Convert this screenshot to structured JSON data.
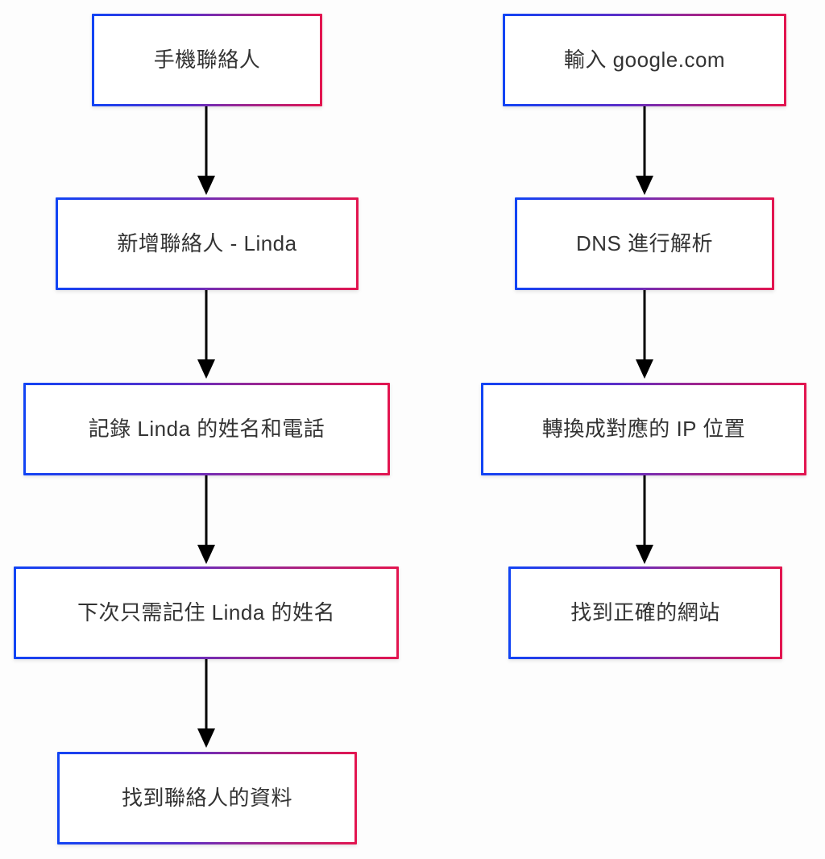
{
  "diagram": {
    "type": "flowchart",
    "orientation": "top-to-bottom",
    "background_color": "#fdfdfd",
    "node_border_gradient": {
      "start_color": "#1144f5",
      "end_color": "#e3154f",
      "direction": "left-to-right"
    },
    "connector_color": "#000000",
    "text_color": "#333333",
    "columns": [
      {
        "id": "contacts-analogy",
        "nodes": [
          {
            "id": "n1",
            "label": "手機聯絡人"
          },
          {
            "id": "n2",
            "label": "新增聯絡人 - Linda"
          },
          {
            "id": "n3",
            "label": "記錄 Linda 的姓名和電話"
          },
          {
            "id": "n4",
            "label": "下次只需記住 Linda 的姓名"
          },
          {
            "id": "n5",
            "label": "找到聯絡人的資料"
          }
        ]
      },
      {
        "id": "dns-process",
        "nodes": [
          {
            "id": "m1",
            "label": "輸入 google.com"
          },
          {
            "id": "m2",
            "label": "DNS 進行解析"
          },
          {
            "id": "m3",
            "label": "轉換成對應的 IP 位置"
          },
          {
            "id": "m4",
            "label": "找到正確的網站"
          }
        ]
      }
    ],
    "edges": [
      {
        "from": "n1",
        "to": "n2",
        "arrow": "down-arrow"
      },
      {
        "from": "n2",
        "to": "n3",
        "arrow": "down-arrow"
      },
      {
        "from": "n3",
        "to": "n4",
        "arrow": "down-arrow"
      },
      {
        "from": "n4",
        "to": "n5",
        "arrow": "down-arrow"
      },
      {
        "from": "m1",
        "to": "m2",
        "arrow": "down-arrow"
      },
      {
        "from": "m2",
        "to": "m3",
        "arrow": "down-arrow"
      },
      {
        "from": "m3",
        "to": "m4",
        "arrow": "down-arrow"
      }
    ]
  }
}
